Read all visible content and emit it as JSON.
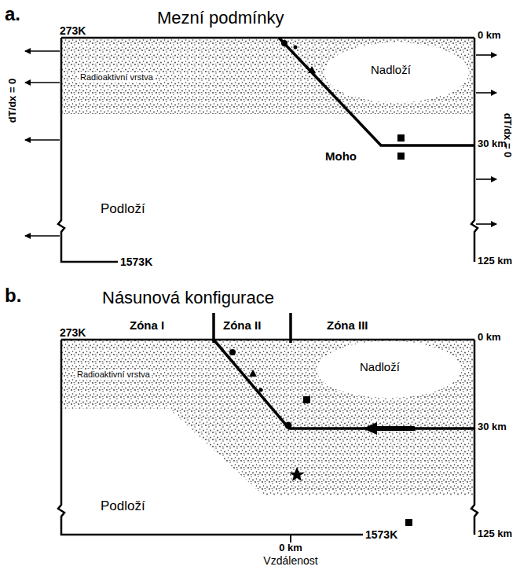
{
  "diagram": {
    "labels": [
      "a.",
      "Mezní podmínky",
      "273K",
      "0 km",
      "Nadloží",
      "Radioaktivní vrstva",
      "dT/dx = 0",
      "dT/dx = 0",
      "Moho",
      "30 km",
      "Podloží",
      "1573K",
      "125 km",
      "b.",
      "Násunová konfigurace",
      "Zóna I",
      "Zóna II",
      "Zóna III",
      "273K",
      "0 km",
      "Nadloží",
      "Radioaktivní vrstva",
      "30 km",
      "Podloží",
      "0 km",
      "Vzdálenost",
      "1573K",
      "125 km"
    ]
  }
}
